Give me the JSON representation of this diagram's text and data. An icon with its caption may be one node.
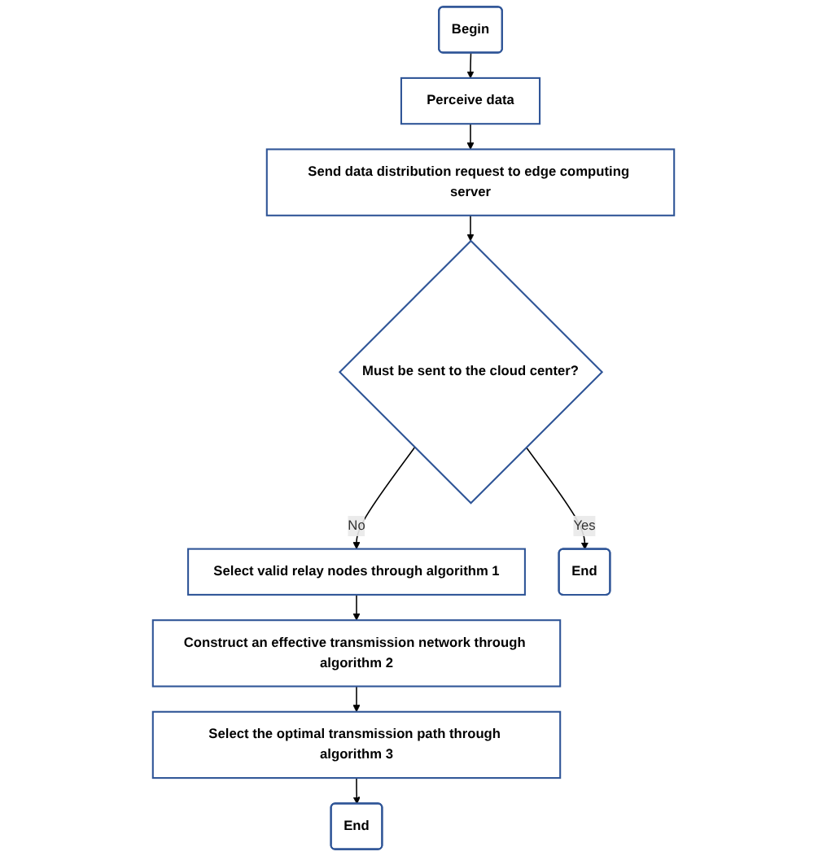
{
  "diagram": {
    "nodes": [
      {
        "text": [
          "Begin"
        ]
      },
      {
        "text": [
          "Perceive data"
        ]
      },
      {
        "text": [
          "Send data distribution request to edge computing server"
        ]
      },
      {
        "text": [
          "Must be sent to the cloud center?"
        ]
      },
      {
        "text": [
          "Select valid relay nodes through algorithm 1"
        ]
      },
      {
        "text": [
          "End"
        ]
      },
      {
        "text": [
          "Construct an effective transmission network through algorithm 2"
        ]
      },
      {
        "text": [
          "Select the optimal transmission path through algorithm 3"
        ]
      },
      {
        "text": [
          "End"
        ]
      }
    ],
    "edges": [
      {
        "from": 0,
        "to": 1,
        "arrow": "to"
      },
      {
        "from": 1,
        "to": 2,
        "arrow": "to"
      },
      {
        "from": 2,
        "to": 3,
        "arrow": "to"
      },
      {
        "from": 3,
        "to": 4,
        "arrow": "to",
        "label": "No"
      },
      {
        "from": 3,
        "to": 5,
        "arrow": "to",
        "label": "Yes"
      },
      {
        "from": 4,
        "to": 6,
        "arrow": "to"
      },
      {
        "from": 6,
        "to": 7,
        "arrow": "to"
      },
      {
        "from": 7,
        "to": 8,
        "arrow": "to"
      }
    ]
  }
}
